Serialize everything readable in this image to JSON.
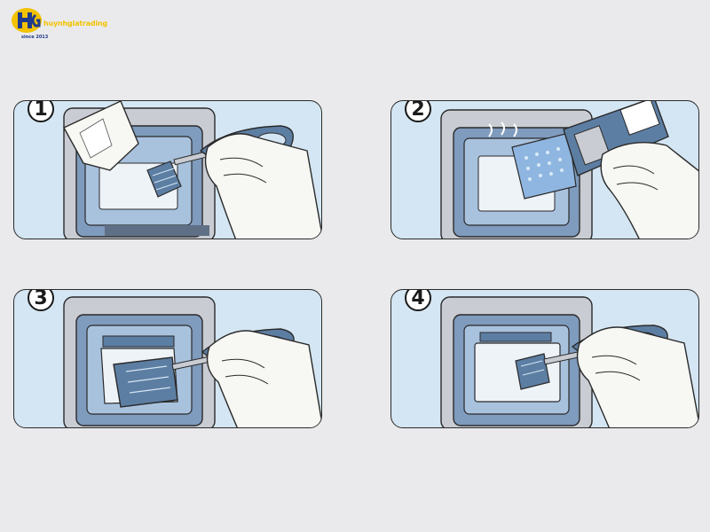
{
  "brand": {
    "name": "huynhgiatrading",
    "since": "since 2013",
    "colors": {
      "yellow": "#f2c200",
      "blue": "#1f3a8a"
    }
  },
  "steps": [
    {
      "number": "1",
      "icon": "peel-film-icon"
    },
    {
      "number": "2",
      "icon": "steam-cleaning-icon"
    },
    {
      "number": "3",
      "icon": "scrape-tray-icon"
    },
    {
      "number": "4",
      "icon": "remove-tray-icon"
    }
  ],
  "colors": {
    "panel_bg": "#d4e6f3",
    "machine": "#c9ccd3",
    "machine_dark": "#7f9bbd",
    "tool_blue": "#5d7ea3",
    "paper": "#f7f7f4",
    "outline": "#2a2a2a"
  }
}
